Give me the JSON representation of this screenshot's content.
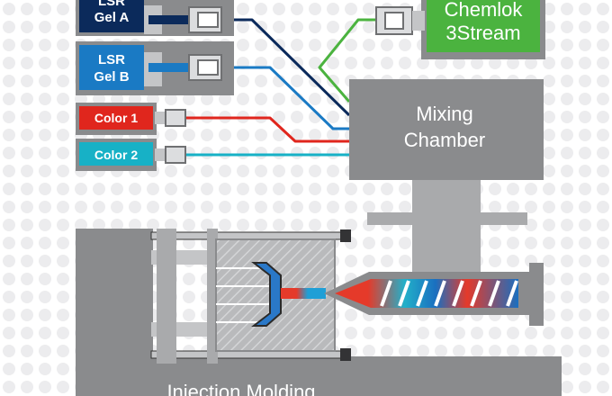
{
  "inputs": {
    "lsr_gel_a": {
      "line1": "LSR",
      "line2": "Gel A",
      "color": "#0b2a5b"
    },
    "lsr_gel_b": {
      "line1": "LSR",
      "line2": "Gel B",
      "color": "#1a7ac4"
    },
    "color_1": {
      "label": "Color 1",
      "color": "#e0261d"
    },
    "color_2": {
      "label": "Color 2",
      "color": "#17b1c6"
    }
  },
  "chemlok": {
    "line1": "Chemlok",
    "line2": "3Stream",
    "color": "#4bb33f"
  },
  "mixing_chamber": {
    "line1": "Mixing",
    "line2": "Chamber"
  },
  "injection_molding": {
    "label": "Injection Molding"
  },
  "colors": {
    "machine_gray": "#8a8b8d",
    "mid_gray": "#a9aaac",
    "light_gray": "#c4c5c7",
    "dot_gray": "#e6e6e8"
  }
}
